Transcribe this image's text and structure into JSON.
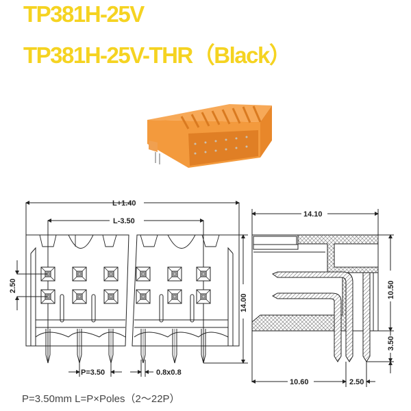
{
  "titles": {
    "line1": "TP381H-25V",
    "line2": "TP381H-25V-THR（Black）",
    "color": "#f5d321"
  },
  "product_photo": {
    "description": "orange right-angle pin header connector",
    "body_color": "#f39a3d"
  },
  "front_view": {
    "dim_overall": "L+1.40",
    "dim_pitch_span": "L-3.50",
    "dim_row_spacing": "2.50",
    "dim_height": "14.00",
    "dim_pitch": "P=3.50",
    "dim_pin_section": "0.8x0.8"
  },
  "side_view": {
    "dim_depth": "14.10",
    "dim_body_height": "10.50",
    "dim_pin_length": "3.50",
    "dim_front_to_pin": "10.60",
    "dim_pin_spacing": "2.50"
  },
  "footer": {
    "note": "P=3.50mm  L=P×Poles（2～22P）"
  }
}
